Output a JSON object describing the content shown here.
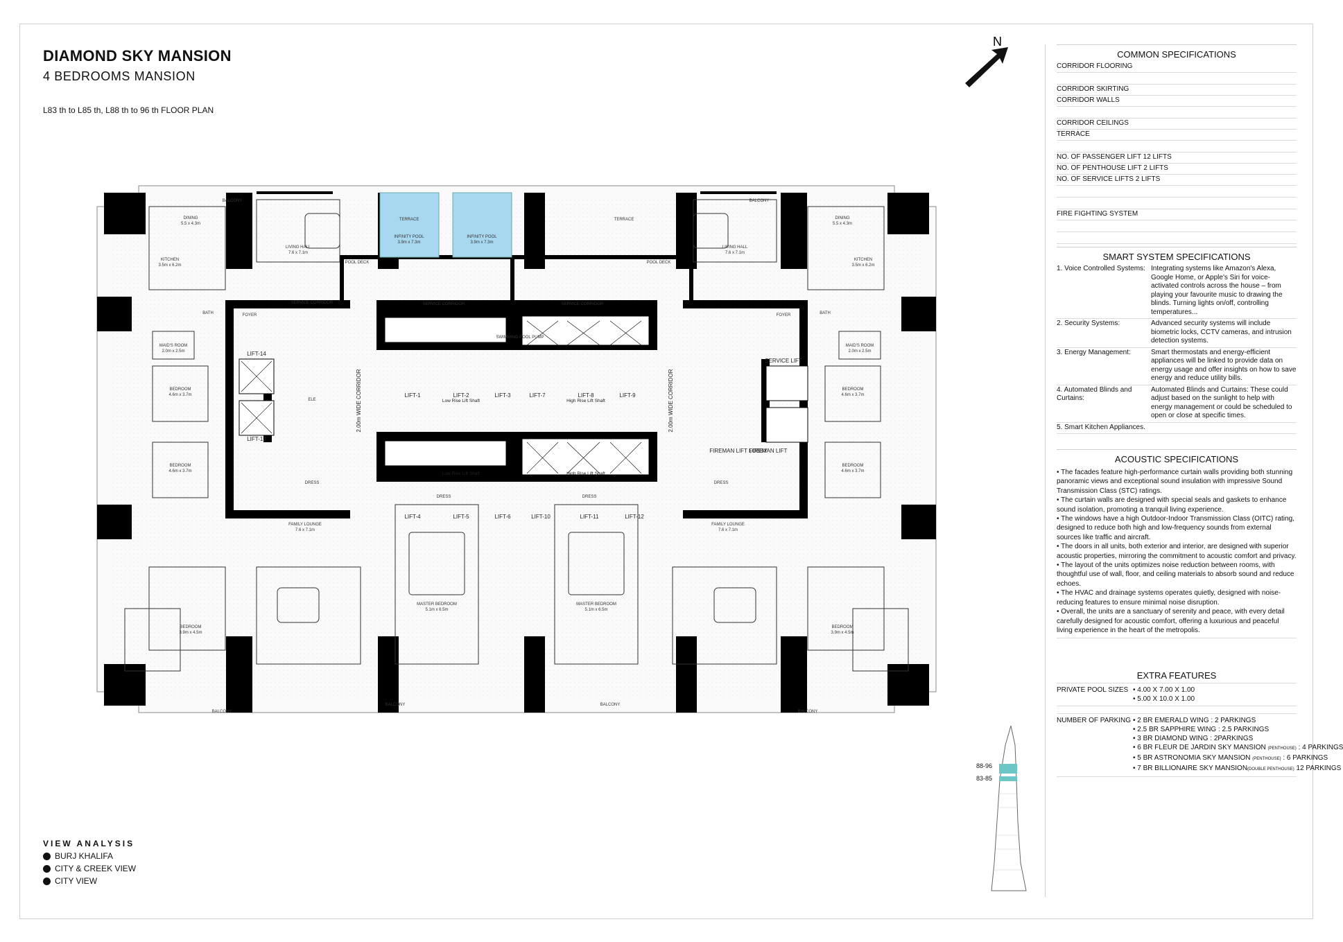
{
  "header": {
    "title": "DIAMOND SKY MANSION",
    "subtitle": "4 BEDROOMS MANSION",
    "floors": "L83 th to L85 th, L88 th to 96 th FLOOR PLAN",
    "north_label": "N"
  },
  "plan": {
    "labels": {
      "balcony": "BALCONY",
      "dining": "DINING",
      "dining_size": "5.5 x 4.3m",
      "living_hall": "LIVING HALL",
      "living_size": "7.6 x 7.1m",
      "terrace": "TERRACE",
      "infinity_pool": "INFINITY POOL",
      "pool_size": "3.9m x 7.3m",
      "pool_deck": "POOL DECK",
      "kitchen": "KITCHEN",
      "kitchen_size": "3.5m x 6.2m",
      "bath": "BATH",
      "foyer": "FOYER",
      "maids_room": "MAID'S ROOM",
      "maids_size": "2.0m x 2.5m",
      "bedroom": "BEDROOM",
      "bedroom_size": "4.6m x 3.7m",
      "bedroom3_size": "3.9m x 4.5m",
      "lift1": "LIFT-1",
      "lift2": "LIFT-2",
      "lift3": "LIFT-3",
      "lift4": "LIFT-4",
      "lift5": "LIFT-5",
      "lift6": "LIFT-6",
      "lift7": "LIFT-7",
      "lift8": "LIFT-8",
      "lift9": "LIFT-9",
      "lift10": "LIFT-10",
      "lift11": "LIFT-11",
      "lift12": "LIFT-12",
      "lift13": "LIFT-13",
      "lift14": "LIFT-14",
      "low_rise": "Low Rise Lift Shaft",
      "high_rise": "High Rise Lift Shaft",
      "corridor": "2.00m WIDE CORRIDOR",
      "service_lift": "SERVICE LIFT",
      "fireman_lift": "FIREMAN LIFT",
      "fireman_lobby": "FIREMAN LIFT LOBBY",
      "service_corridor": "SERVICE CORRIDOR",
      "swimming_pool_pump": "SWIMMING POOL PUMP",
      "family_lounge": "FAMILY LOUNGE",
      "family_size": "7.6 x 7.1m",
      "master_bedroom": "MASTER BEDROOM",
      "master_size": "5.1m x 6.5m",
      "dress": "DRESS",
      "ele": "ELE"
    }
  },
  "specs": {
    "common": {
      "heading": "COMMON SPECIFICATIONS",
      "rows": [
        "CORRIDOR FLOORING",
        "",
        "CORRIDOR SKIRTING",
        "CORRIDOR WALLS",
        "",
        "CORRIDOR CEILINGS",
        "TERRACE",
        "",
        "NO. OF PASSENGER LIFT  12 LIFTS",
        "NO. OF PENTHOUSE LIFT 2 LIFTS",
        "NO. OF SERVICE LIFTS      2 LIFTS",
        "",
        "",
        "FIRE FIGHTING SYSTEM",
        "",
        ""
      ]
    },
    "smart": {
      "heading": "SMART SYSTEM SPECIFICATIONS",
      "items": [
        {
          "k": "1.  Voice Controlled Systems:",
          "v": "Integrating systems like Amazon's Alexa, Google Home, or Apple's Siri for voice-activated controls across the house – from playing your favourite music to drawing the blinds. Turning lights on/off, controlling temperatures..."
        },
        {
          "k": "2.  Security Systems:",
          "v": "Advanced security systems will include biometric locks, CCTV cameras, and intrusion detection systems."
        },
        {
          "k": "3.  Energy Management:",
          "v": "Smart thermostats and energy-efficient appliances will be linked to provide data on energy usage and offer insights on how to save energy and reduce utility bills."
        },
        {
          "k": "4.  Automated Blinds and Curtains:",
          "v": "Automated Blinds and Curtains: These could adjust based on the sunlight to help with energy management or could be scheduled to open or close at specific times."
        },
        {
          "k": "5.  Smart Kitchen Appliances.",
          "v": ""
        }
      ]
    },
    "acoustic": {
      "heading": "ACOUSTIC SPECIFICATIONS",
      "text": [
        "•  The facades feature high-performance curtain walls providing both stunning panoramic views and exceptional sound insulation with impressive Sound Transmission Class (STC) ratings.",
        "•  The curtain walls are designed with special seals and gaskets to enhance sound isolation, promoting a tranquil living experience.",
        "•  The windows have a high Outdoor-Indoor Transmission Class (OITC) rating, designed to reduce both high and low-frequency sounds from external sources like traffic and aircraft.",
        "•  The doors in all units, both exterior and interior, are designed with superior acoustic properties, mirroring the commitment to acoustic comfort and privacy.",
        "•  The layout of the units optimizes noise reduction between rooms, with thoughtful use of wall, floor, and ceiling materials to absorb sound and reduce echoes.",
        "•  The HVAC and drainage systems operates quietly, designed with noise-reducing features to ensure minimal noise disruption.",
        "•  Overall, the units are a sanctuary of serenity and peace, with every detail carefully designed for acoustic comfort, offering a luxurious and peaceful living experience in the heart of the metropolis."
      ]
    },
    "extra": {
      "heading": "EXTRA FEATURES",
      "pool_label": "PRIVATE POOL SIZES",
      "pool_values": [
        "•  4.00 X 7.00 X 1.00",
        "•  5.00 X 10.0 X 1.00"
      ],
      "parking_label": "NUMBER OF PARKING",
      "parking": [
        {
          "main": "•  2 BR EMERALD WING : 2 PARKINGS",
          "small": "",
          "tail": ""
        },
        {
          "main": "•  2.5 BR SAPPHIRE WING : 2.5 PARKINGS",
          "small": "",
          "tail": ""
        },
        {
          "main": "•  3 BR DIAMOND WING : 2PARKINGS",
          "small": "",
          "tail": ""
        },
        {
          "main": "•  6 BR FLEUR DE JARDIN SKY MANSION ",
          "small": "(PENTHOUSE)",
          "tail": " : 4 PARKINGS"
        },
        {
          "main": "•  5 BR ASTRONOMIA SKY MANSION ",
          "small": "(PENTHOUSE)",
          "tail": " : 6 PARKINGS"
        },
        {
          "main": "•  7 BR BILLIONAIRE SKY MANSION",
          "small": "(DOUBLE PENTHOUSE)",
          "tail": " 12 PARKINGS"
        }
      ]
    }
  },
  "tower": {
    "level_a": "88-96",
    "level_b": "83-85"
  },
  "view_analysis": {
    "heading": "VIEW ANALYSIS",
    "items": [
      "BURJ KHALIFA",
      "CITY & CREEK VIEW",
      "CITY VIEW"
    ]
  }
}
